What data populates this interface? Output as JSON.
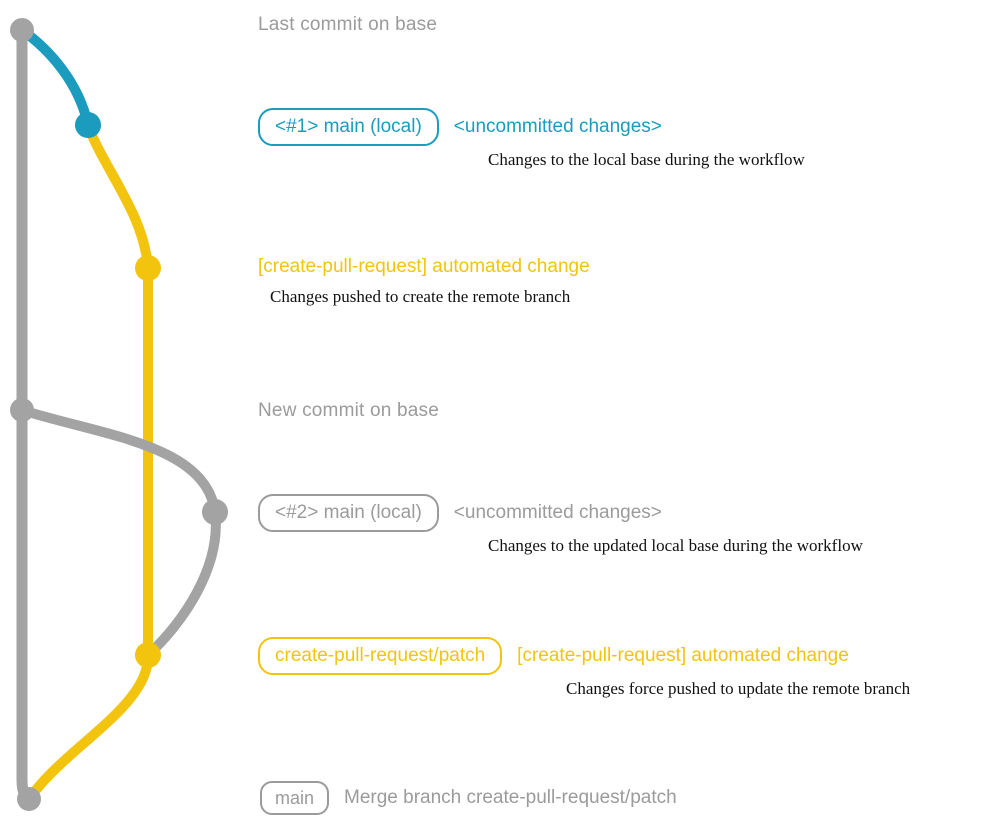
{
  "colors": {
    "gray": "#a3a3a3",
    "gray_text": "#9b9b9b",
    "teal": "#1b9cbe",
    "yellow": "#f2c40e",
    "dark": "#111111",
    "background": "#ffffff"
  },
  "annotations": {
    "last_commit": {
      "label": "Last commit on base"
    },
    "entry1": {
      "badge": "<#1> main (local)",
      "title": "<uncommitted changes>",
      "desc": "Changes to the local base during the workflow"
    },
    "entry2": {
      "title": "[create-pull-request] automated change",
      "desc": "Changes pushed to create the remote branch"
    },
    "new_commit": {
      "label": "New commit on base"
    },
    "entry3": {
      "badge": "<#2> main (local)",
      "title": "<uncommitted changes>",
      "desc": "Changes to the updated local base during the workflow"
    },
    "entry4": {
      "badge": "create-pull-request/patch",
      "title": "[create-pull-request] automated change",
      "desc": "Changes force pushed to update the remote branch"
    },
    "merge": {
      "badge": "main",
      "title": "Merge branch create-pull-request/patch"
    }
  }
}
